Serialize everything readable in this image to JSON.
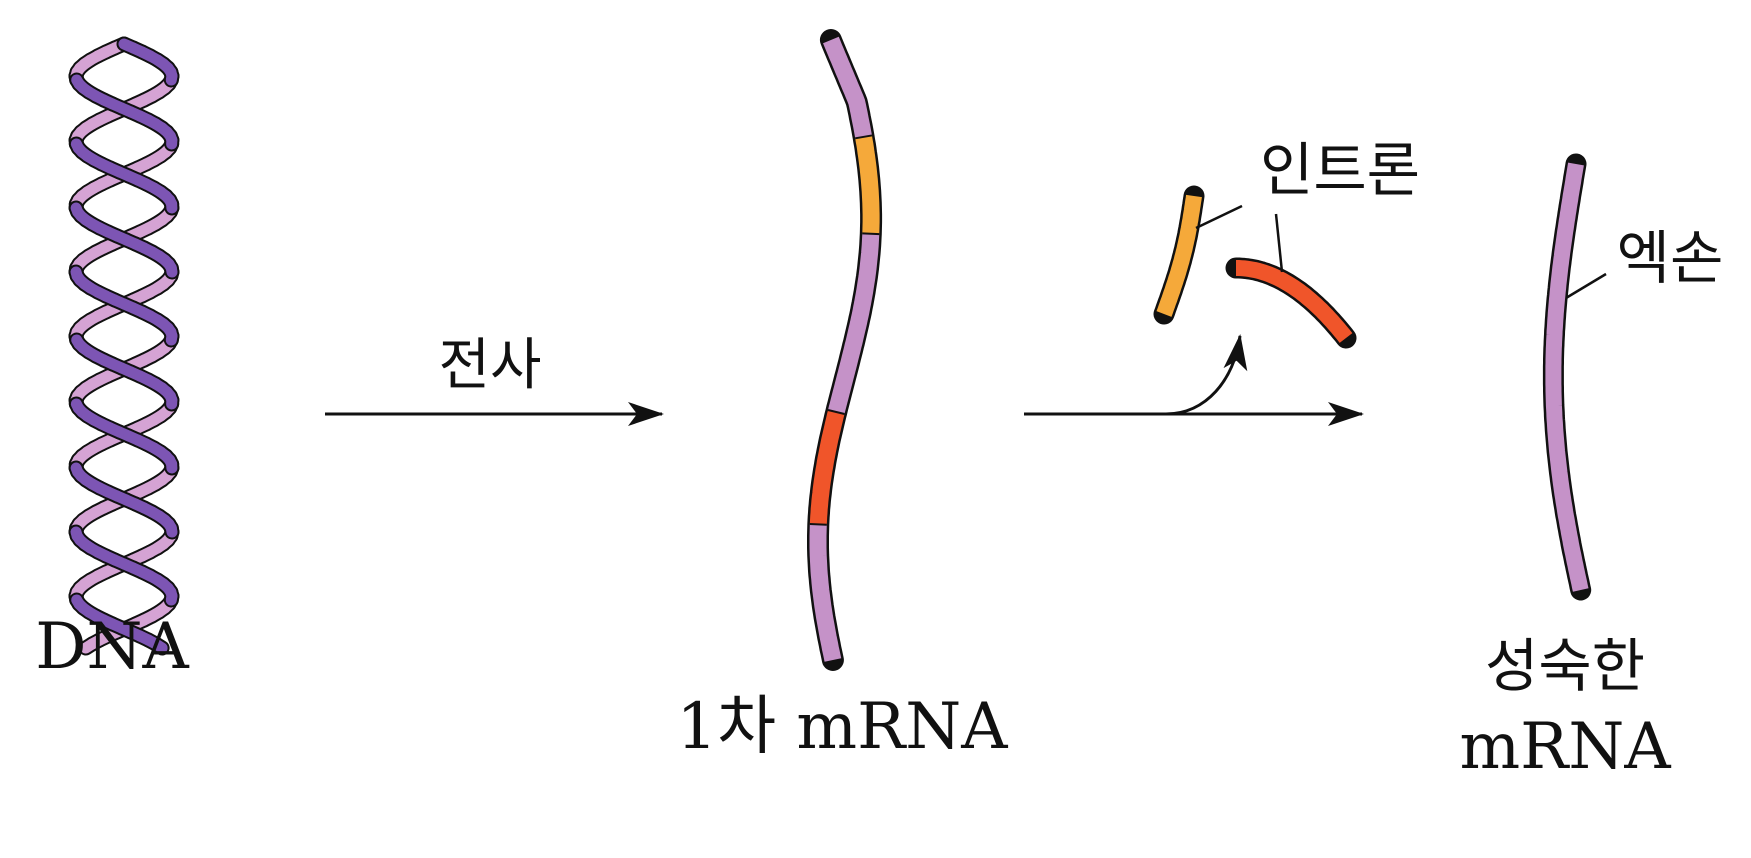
{
  "labels": {
    "dna": "DNA",
    "transcription": "전사",
    "primary_mrna": "1차 mRNA",
    "intron": "인트론",
    "exon": "엑손",
    "mature_line1": "성숙한",
    "mature_line2": "mRNA"
  },
  "colors": {
    "exon": "#c592c8",
    "intron_yellow": "#f5a93a",
    "intron_red": "#f0552a",
    "dna_dark": "#7d55b4",
    "dna_light": "#d5a3d4",
    "outline": "#111111"
  }
}
